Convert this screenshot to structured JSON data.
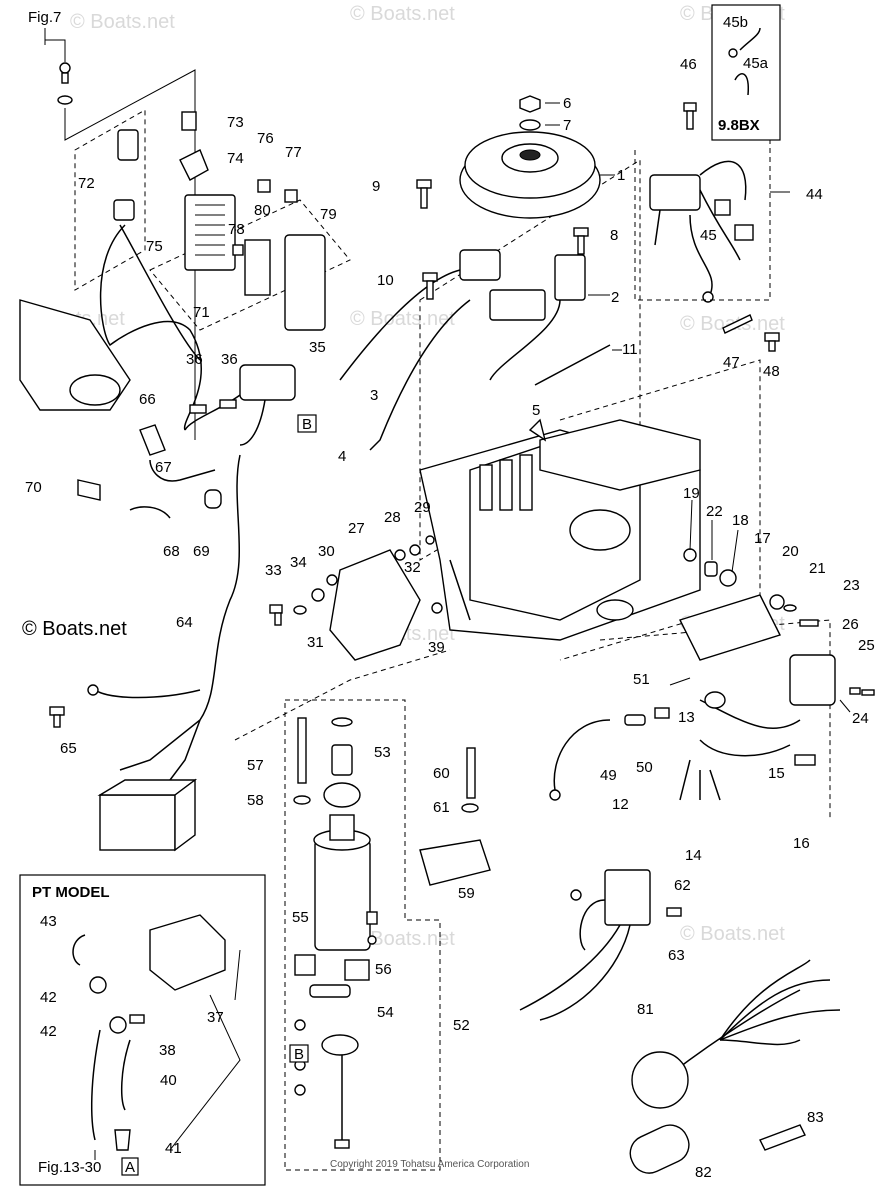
{
  "figure": {
    "ref": "Fig.7",
    "link_ref": "Fig.13-30",
    "link_box": "A",
    "box_b": "B",
    "copyright_brand": "© Boats.net",
    "copyright_footer": "Copyright 2019 Tohatsu America Corporation",
    "watermark": "© Boats.net"
  },
  "insets": {
    "pt_model": "PT   MODEL",
    "variant": "9.8BX"
  },
  "part_numbers": [
    "1",
    "2",
    "3",
    "4",
    "5",
    "6",
    "7",
    "8",
    "9",
    "10",
    "11",
    "12",
    "13",
    "14",
    "15",
    "16",
    "17",
    "18",
    "19",
    "20",
    "21",
    "22",
    "23",
    "24",
    "25",
    "26",
    "27",
    "28",
    "29",
    "30",
    "31",
    "32",
    "33",
    "34",
    "35",
    "36",
    "37",
    "38",
    "39",
    "40",
    "41",
    "42",
    "43",
    "44",
    "45",
    "45a",
    "45b",
    "46",
    "47",
    "48",
    "49",
    "50",
    "51",
    "52",
    "53",
    "54",
    "55",
    "56",
    "57",
    "58",
    "59",
    "60",
    "61",
    "62",
    "63",
    "64",
    "65",
    "66",
    "67",
    "68",
    "69",
    "70",
    "71",
    "72",
    "73",
    "74",
    "75",
    "76",
    "77",
    "78",
    "79",
    "80",
    "81",
    "82",
    "83"
  ]
}
